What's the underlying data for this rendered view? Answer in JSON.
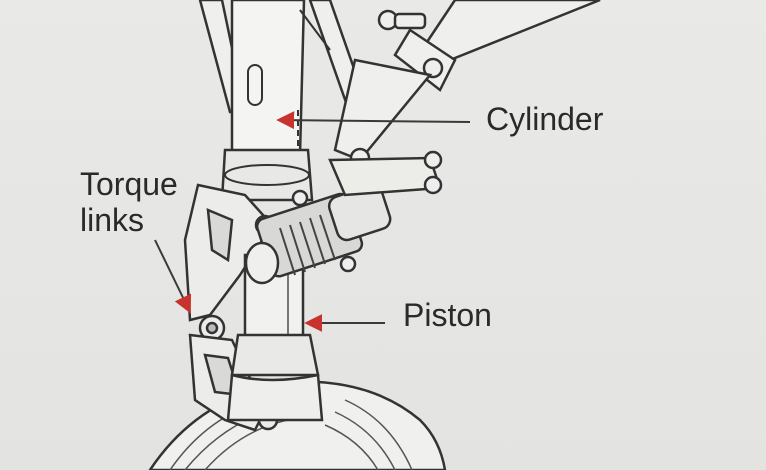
{
  "labels": {
    "cylinder": "Cylinder",
    "piston": "Piston",
    "torque_line1": "Torque",
    "torque_line2": "links"
  },
  "colors": {
    "arrow": "#c8332d",
    "line": "#3a3a3a",
    "metal_light": "#f2f2f0",
    "metal_mid": "#d4d4d2",
    "metal_dark": "#9a9a98",
    "tire": "#5e5e5c",
    "background": "#e6e6e4"
  }
}
